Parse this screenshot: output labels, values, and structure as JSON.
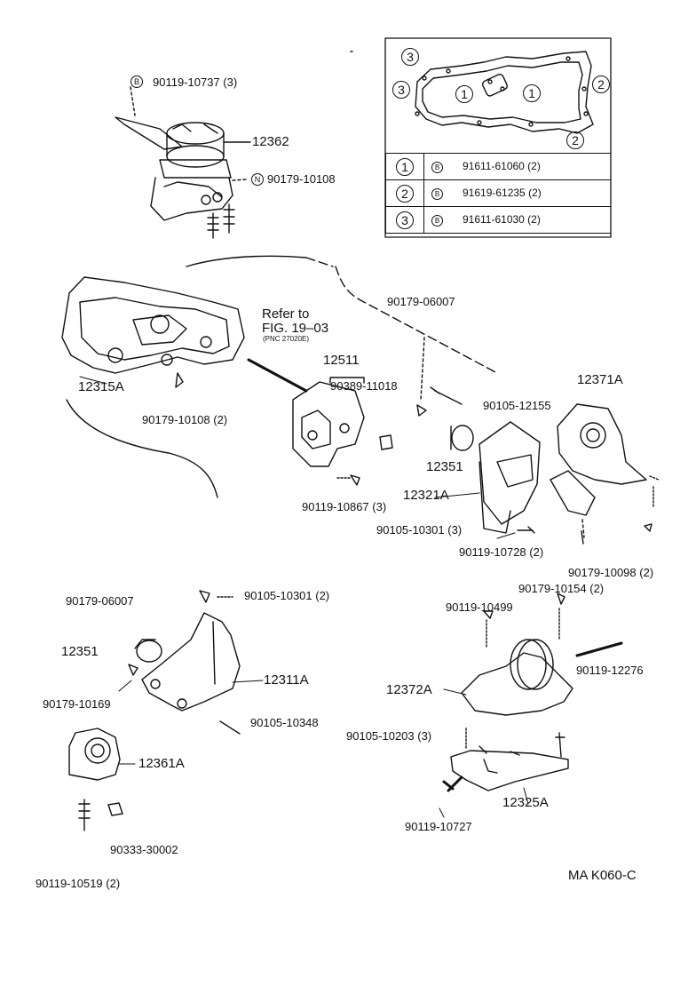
{
  "labels": {
    "p_90119_10737": "90119-10737 (3)",
    "p_12362": "12362",
    "p_90179_10108_top": "90179-10108",
    "p_12315A": "12315A",
    "p_90179_10108_2": "90179-10108 (2)",
    "refer_line1": "Refer to",
    "refer_line2": "FIG. 19–03",
    "refer_line3": "(PNC 27020E)",
    "p_12511": "12511",
    "p_90389_11018": "90389-11018",
    "p_90119_10867": "90119-10867 (3)",
    "p_90179_06007_a": "90179-06007",
    "p_90105_12155": "90105-12155",
    "p_12351_a": "12351",
    "p_12321A": "12321A",
    "p_90105_10301_3": "90105-10301 (3)",
    "p_90119_10728": "90119-10728 (2)",
    "p_12371A": "12371A",
    "p_90179_10098": "90179-10098 (2)",
    "p_90179_06007_b": "90179-06007",
    "p_90105_10301_2": "90105-10301 (2)",
    "p_12351_b": "12351",
    "p_12311A": "12311A",
    "p_90179_10169": "90179-10169",
    "p_90105_10348": "90105-10348",
    "p_12361A": "12361A",
    "p_90333_30002": "90333-30002",
    "p_90119_10519": "90119-10519 (2)",
    "p_90179_10154": "90179-10154 (2)",
    "p_90119_10499": "90119-10499",
    "p_90119_12276": "90119-12276",
    "p_12372A": "12372A",
    "p_90105_10203": "90105-10203 (3)",
    "p_12325A": "12325A",
    "p_90119_10727": "90119-10727",
    "diagram_code": "MA K060-C"
  },
  "markers": {
    "B": "B",
    "N": "N",
    "one": "1",
    "two": "2",
    "three": "3"
  },
  "fastener_table": [
    {
      "ref": "1",
      "type": "B",
      "part": "91611-61060 (2)"
    },
    {
      "ref": "2",
      "type": "B",
      "part": "91619-61235 (2)"
    },
    {
      "ref": "3",
      "type": "B",
      "part": "91611-61030 (2)"
    }
  ]
}
